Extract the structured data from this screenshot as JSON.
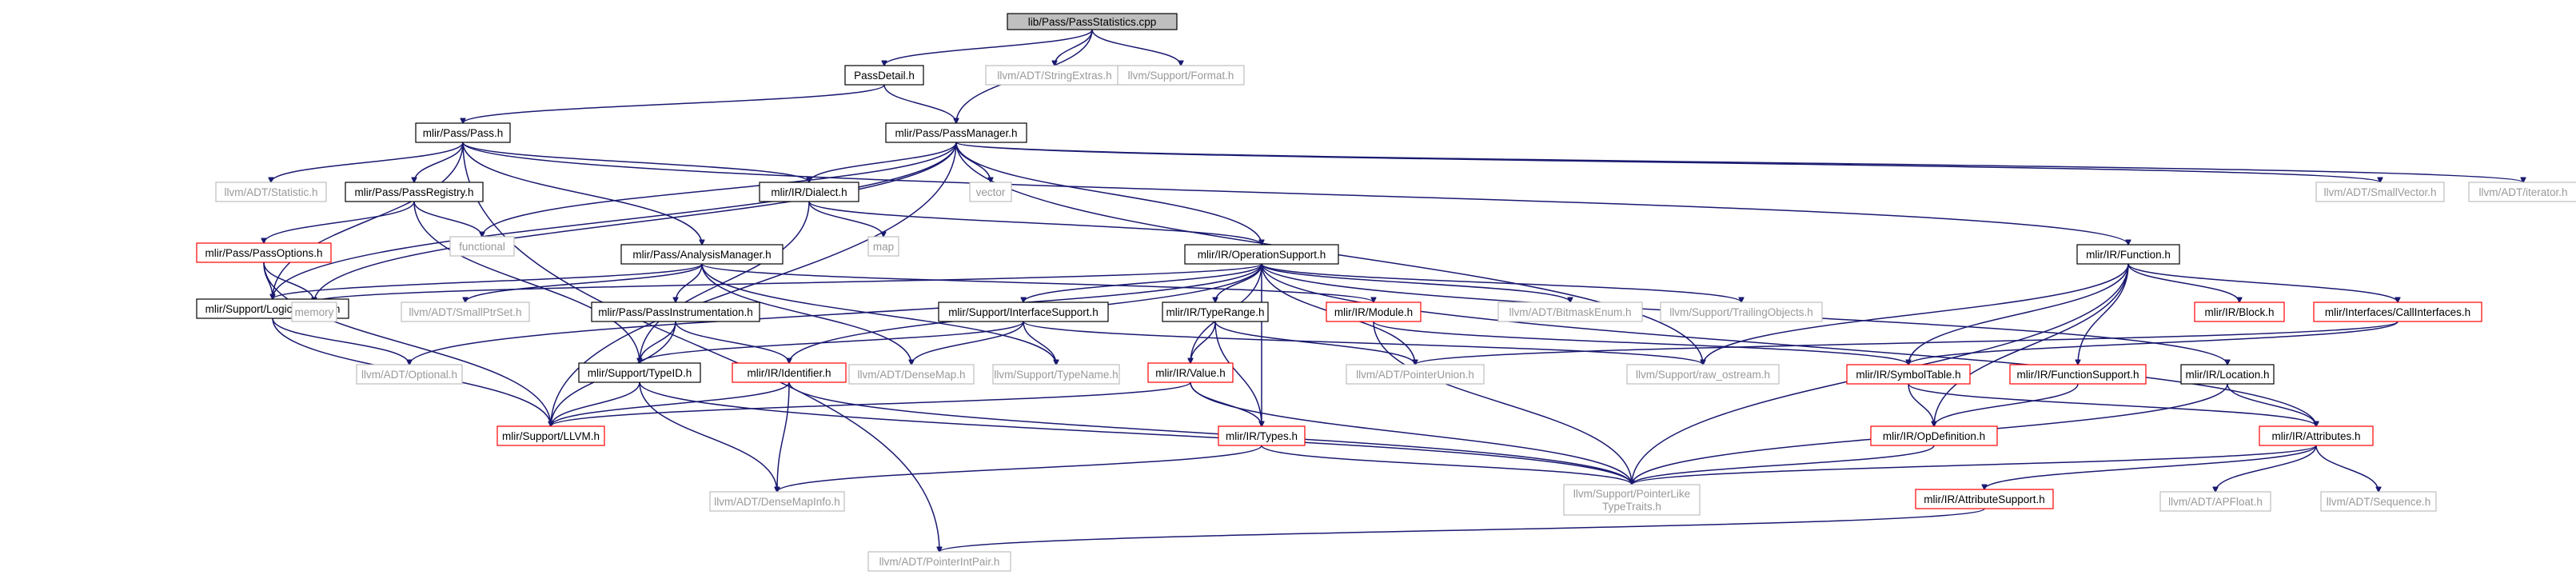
{
  "colors": {
    "edge": "#191970",
    "border_black": "#000000",
    "border_gray": "#bfbfbf",
    "border_red": "#ff0000",
    "root_fill": "#bfbfbf"
  },
  "nodes": [
    {
      "id": "root",
      "label": "lib/Pass/PassStatistics.cpp",
      "style": "root"
    },
    {
      "id": "passdetail",
      "label": "PassDetail.h",
      "style": "black"
    },
    {
      "id": "stringextras",
      "label": "llvm/ADT/StringExtras.h",
      "style": "gray"
    },
    {
      "id": "format",
      "label": "llvm/Support/Format.h",
      "style": "gray"
    },
    {
      "id": "pass",
      "label": "mlir/Pass/Pass.h",
      "style": "black"
    },
    {
      "id": "passmanager",
      "label": "mlir/Pass/PassManager.h",
      "style": "black"
    },
    {
      "id": "statistic",
      "label": "llvm/ADT/Statistic.h",
      "style": "gray"
    },
    {
      "id": "passregistry",
      "label": "mlir/Pass/PassRegistry.h",
      "style": "black"
    },
    {
      "id": "dialect",
      "label": "mlir/IR/Dialect.h",
      "style": "black"
    },
    {
      "id": "vector",
      "label": "vector",
      "style": "gray"
    },
    {
      "id": "smallvector",
      "label": "llvm/ADT/SmallVector.h",
      "style": "gray"
    },
    {
      "id": "iterator",
      "label": "llvm/ADT/iterator.h",
      "style": "gray"
    },
    {
      "id": "functional",
      "label": "functional",
      "style": "gray"
    },
    {
      "id": "map",
      "label": "map",
      "style": "gray"
    },
    {
      "id": "passoptions",
      "label": "mlir/Pass/PassOptions.h",
      "style": "red"
    },
    {
      "id": "analysismanager",
      "label": "mlir/Pass/AnalysisManager.h",
      "style": "black"
    },
    {
      "id": "opsupport",
      "label": "mlir/IR/OperationSupport.h",
      "style": "black"
    },
    {
      "id": "function",
      "label": "mlir/IR/Function.h",
      "style": "black"
    },
    {
      "id": "logicalresult",
      "label": "mlir/Support/LogicalResult.h",
      "style": "black"
    },
    {
      "id": "memory",
      "label": "memory",
      "style": "gray"
    },
    {
      "id": "smallptrset",
      "label": "llvm/ADT/SmallPtrSet.h",
      "style": "gray"
    },
    {
      "id": "passinstr",
      "label": "mlir/Pass/PassInstrumentation.h",
      "style": "black"
    },
    {
      "id": "ifacesupport",
      "label": "mlir/Support/InterfaceSupport.h",
      "style": "black"
    },
    {
      "id": "typerange",
      "label": "mlir/IR/TypeRange.h",
      "style": "black"
    },
    {
      "id": "module",
      "label": "mlir/IR/Module.h",
      "style": "red"
    },
    {
      "id": "bitmaskenum",
      "label": "llvm/ADT/BitmaskEnum.h",
      "style": "gray"
    },
    {
      "id": "trailing",
      "label": "llvm/Support/TrailingObjects.h",
      "style": "gray"
    },
    {
      "id": "block",
      "label": "mlir/IR/Block.h",
      "style": "red"
    },
    {
      "id": "callinterfaces",
      "label": "mlir/Interfaces/CallInterfaces.h",
      "style": "red"
    },
    {
      "id": "optional",
      "label": "llvm/ADT/Optional.h",
      "style": "gray"
    },
    {
      "id": "typeid",
      "label": "mlir/Support/TypeID.h",
      "style": "black"
    },
    {
      "id": "identifier",
      "label": "mlir/IR/Identifier.h",
      "style": "red"
    },
    {
      "id": "densemap",
      "label": "llvm/ADT/DenseMap.h",
      "style": "gray"
    },
    {
      "id": "typename",
      "label": "llvm/Support/TypeName.h",
      "style": "gray"
    },
    {
      "id": "value",
      "label": "mlir/IR/Value.h",
      "style": "red"
    },
    {
      "id": "pointerunion",
      "label": "llvm/ADT/PointerUnion.h",
      "style": "gray"
    },
    {
      "id": "rawostream",
      "label": "llvm/Support/raw_ostream.h",
      "style": "gray"
    },
    {
      "id": "symboltable",
      "label": "mlir/IR/SymbolTable.h",
      "style": "red"
    },
    {
      "id": "functionsupport",
      "label": "mlir/IR/FunctionSupport.h",
      "style": "red"
    },
    {
      "id": "location",
      "label": "mlir/IR/Location.h",
      "style": "black"
    },
    {
      "id": "llvmh",
      "label": "mlir/Support/LLVM.h",
      "style": "red"
    },
    {
      "id": "types",
      "label": "mlir/IR/Types.h",
      "style": "red"
    },
    {
      "id": "opdefinition",
      "label": "mlir/IR/OpDefinition.h",
      "style": "red"
    },
    {
      "id": "attributes",
      "label": "mlir/IR/Attributes.h",
      "style": "red"
    },
    {
      "id": "densemapinfo",
      "label": "llvm/ADT/DenseMapInfo.h",
      "style": "gray"
    },
    {
      "id": "pointerliketypetraits",
      "label": "llvm/Support/PointerLike TypeTraits.h",
      "style": "gray"
    },
    {
      "id": "apfloat",
      "label": "llvm/ADT/APFloat.h",
      "style": "gray"
    },
    {
      "id": "sequence",
      "label": "llvm/ADT/Sequence.h",
      "style": "gray"
    },
    {
      "id": "attributesupport",
      "label": "mlir/IR/AttributeSupport.h",
      "style": "red"
    },
    {
      "id": "pointerintpair",
      "label": "llvm/ADT/PointerIntPair.h",
      "style": "gray"
    }
  ]
}
